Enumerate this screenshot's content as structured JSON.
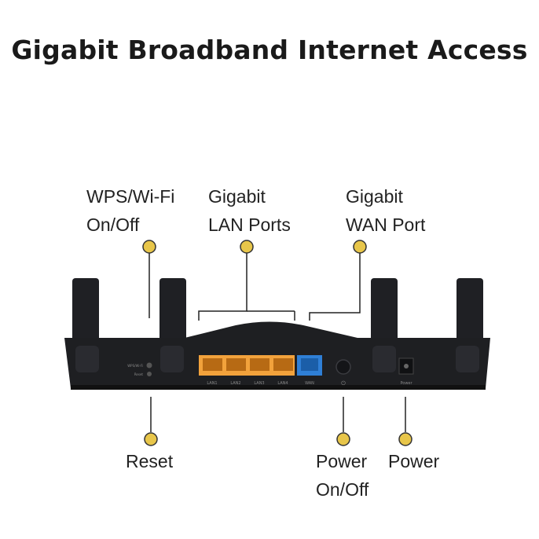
{
  "headline": "Gigabit Broadband Internet Access",
  "callouts": {
    "wps_wifi": {
      "line1": "WPS/Wi-Fi",
      "line2": "On/Off"
    },
    "lan_ports": {
      "line1": "Gigabit",
      "line2": "LAN Ports"
    },
    "wan_port": {
      "line1": "Gigabit",
      "line2": "WAN Port"
    },
    "reset": {
      "line1": "Reset"
    },
    "power_onoff": {
      "line1": "Power",
      "line2": "On/Off"
    },
    "power": {
      "line1": "Power"
    }
  },
  "router": {
    "port_labels": [
      "LAN1",
      "LAN2",
      "LAN3",
      "LAN4",
      "WAN"
    ],
    "button_labels": {
      "wps": "WPS/Wi-Fi",
      "reset": "Reset",
      "power_button": "⏻",
      "power_port": "Power"
    }
  },
  "colors": {
    "marker_fill": "#e8c64a",
    "lan_port": "#f2a23c",
    "wan_port": "#2f7fd6",
    "router_body": "#1e1f22"
  }
}
